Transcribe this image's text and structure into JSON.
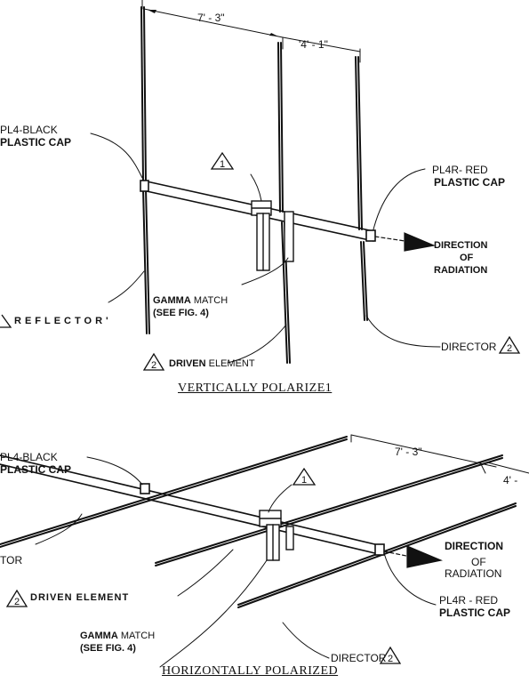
{
  "top": {
    "dim_reflector_driven": "7' - 3\"",
    "dim_driven_director": "'4' - 1\"",
    "cap_black_1": "PL4-BLACK",
    "cap_black_2": "PLASTIC CAP",
    "cap_red_1": "PL4R- RED",
    "cap_red_2": "PLASTIC CAP",
    "badge_1": "1",
    "direction_1": "DIRECTION",
    "direction_2": "OF",
    "direction_3": "RADIATION",
    "reflector": "REFLECTOR'",
    "gamma_1a": "GAMMA",
    "gamma_1b": "MATCH",
    "gamma_2": "(SEE FIG. 4)",
    "driven_a": "DRIVEN",
    "driven_b": "ELEMENT",
    "director": "DIRECTOR",
    "badge_2": "2",
    "caption": "VERTICALLY POLARIZE1"
  },
  "bottom": {
    "cap_black_1": "PL4-BLACK",
    "cap_black_2": "PLASTIC CAP",
    "dim_reflector_driven": "7' - 3\"",
    "dim_driven_director": "4' -",
    "badge_1": "1",
    "reflector_partial": "TOR",
    "direction_1": "DIRECTION",
    "direction_2": "OF",
    "direction_3": "RADIATION",
    "driven": "DRIVEN ELEMENT",
    "cap_red_1": "PL4R - RED",
    "cap_red_2": "PLASTIC CAP",
    "gamma_1a": "GAMMA",
    "gamma_1b": "MATCH",
    "gamma_2": "(SEE FIG. 4)",
    "director": "DIRECTOR",
    "badge_2": "2",
    "caption": "HORIZONTALLY POLARIZED"
  },
  "colors": {
    "ink": "#111111",
    "paper": "#ffffff"
  }
}
